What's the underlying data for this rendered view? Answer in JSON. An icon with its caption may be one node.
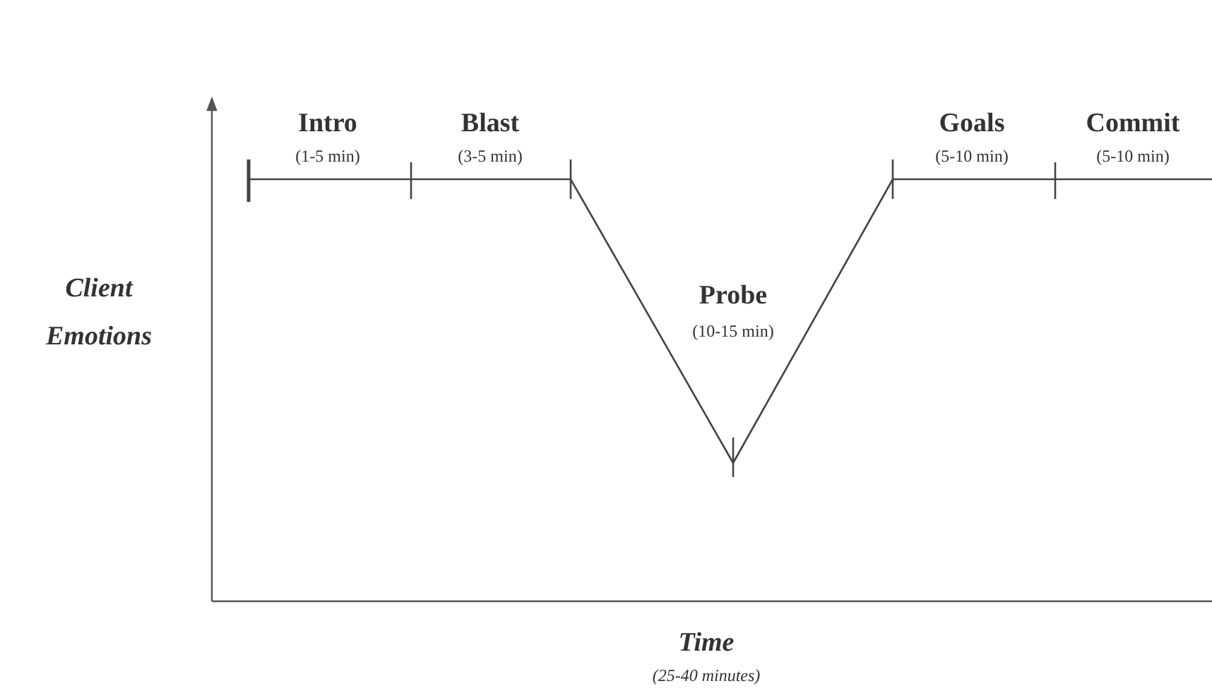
{
  "diagram": {
    "labels": [
      "Intro",
      "(1-5 min)",
      "Blast",
      "(3-5 min)",
      "Goals",
      "(5-10 min)",
      "Commit",
      "(5-10 min)",
      "Client Emotions",
      "Probe",
      "(10-15 min)",
      "Time",
      "(25-40 minutes)"
    ]
  }
}
